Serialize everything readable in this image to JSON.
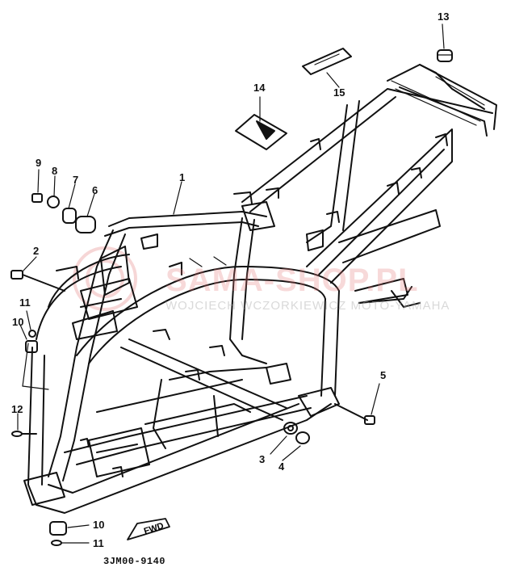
{
  "diagram": {
    "code": "3JM00-9140",
    "fwd_label": "FWD",
    "watermark": {
      "logo": "SAMA-SHOP.PL",
      "sub": "WOJCIECH WCZORKIEWICZ MOTO-YAMAHA",
      "color": "#e07878"
    },
    "callouts": {
      "c1": "1",
      "c2": "2",
      "c3": "3",
      "c4": "4",
      "c5": "5",
      "c6": "6",
      "c7": "7",
      "c8": "8",
      "c9": "9",
      "c10a": "10",
      "c10b": "10",
      "c11a": "11",
      "c11b": "11",
      "c12": "12",
      "c13": "13",
      "c14": "14",
      "c15": "15"
    },
    "line_color": "#111111"
  }
}
